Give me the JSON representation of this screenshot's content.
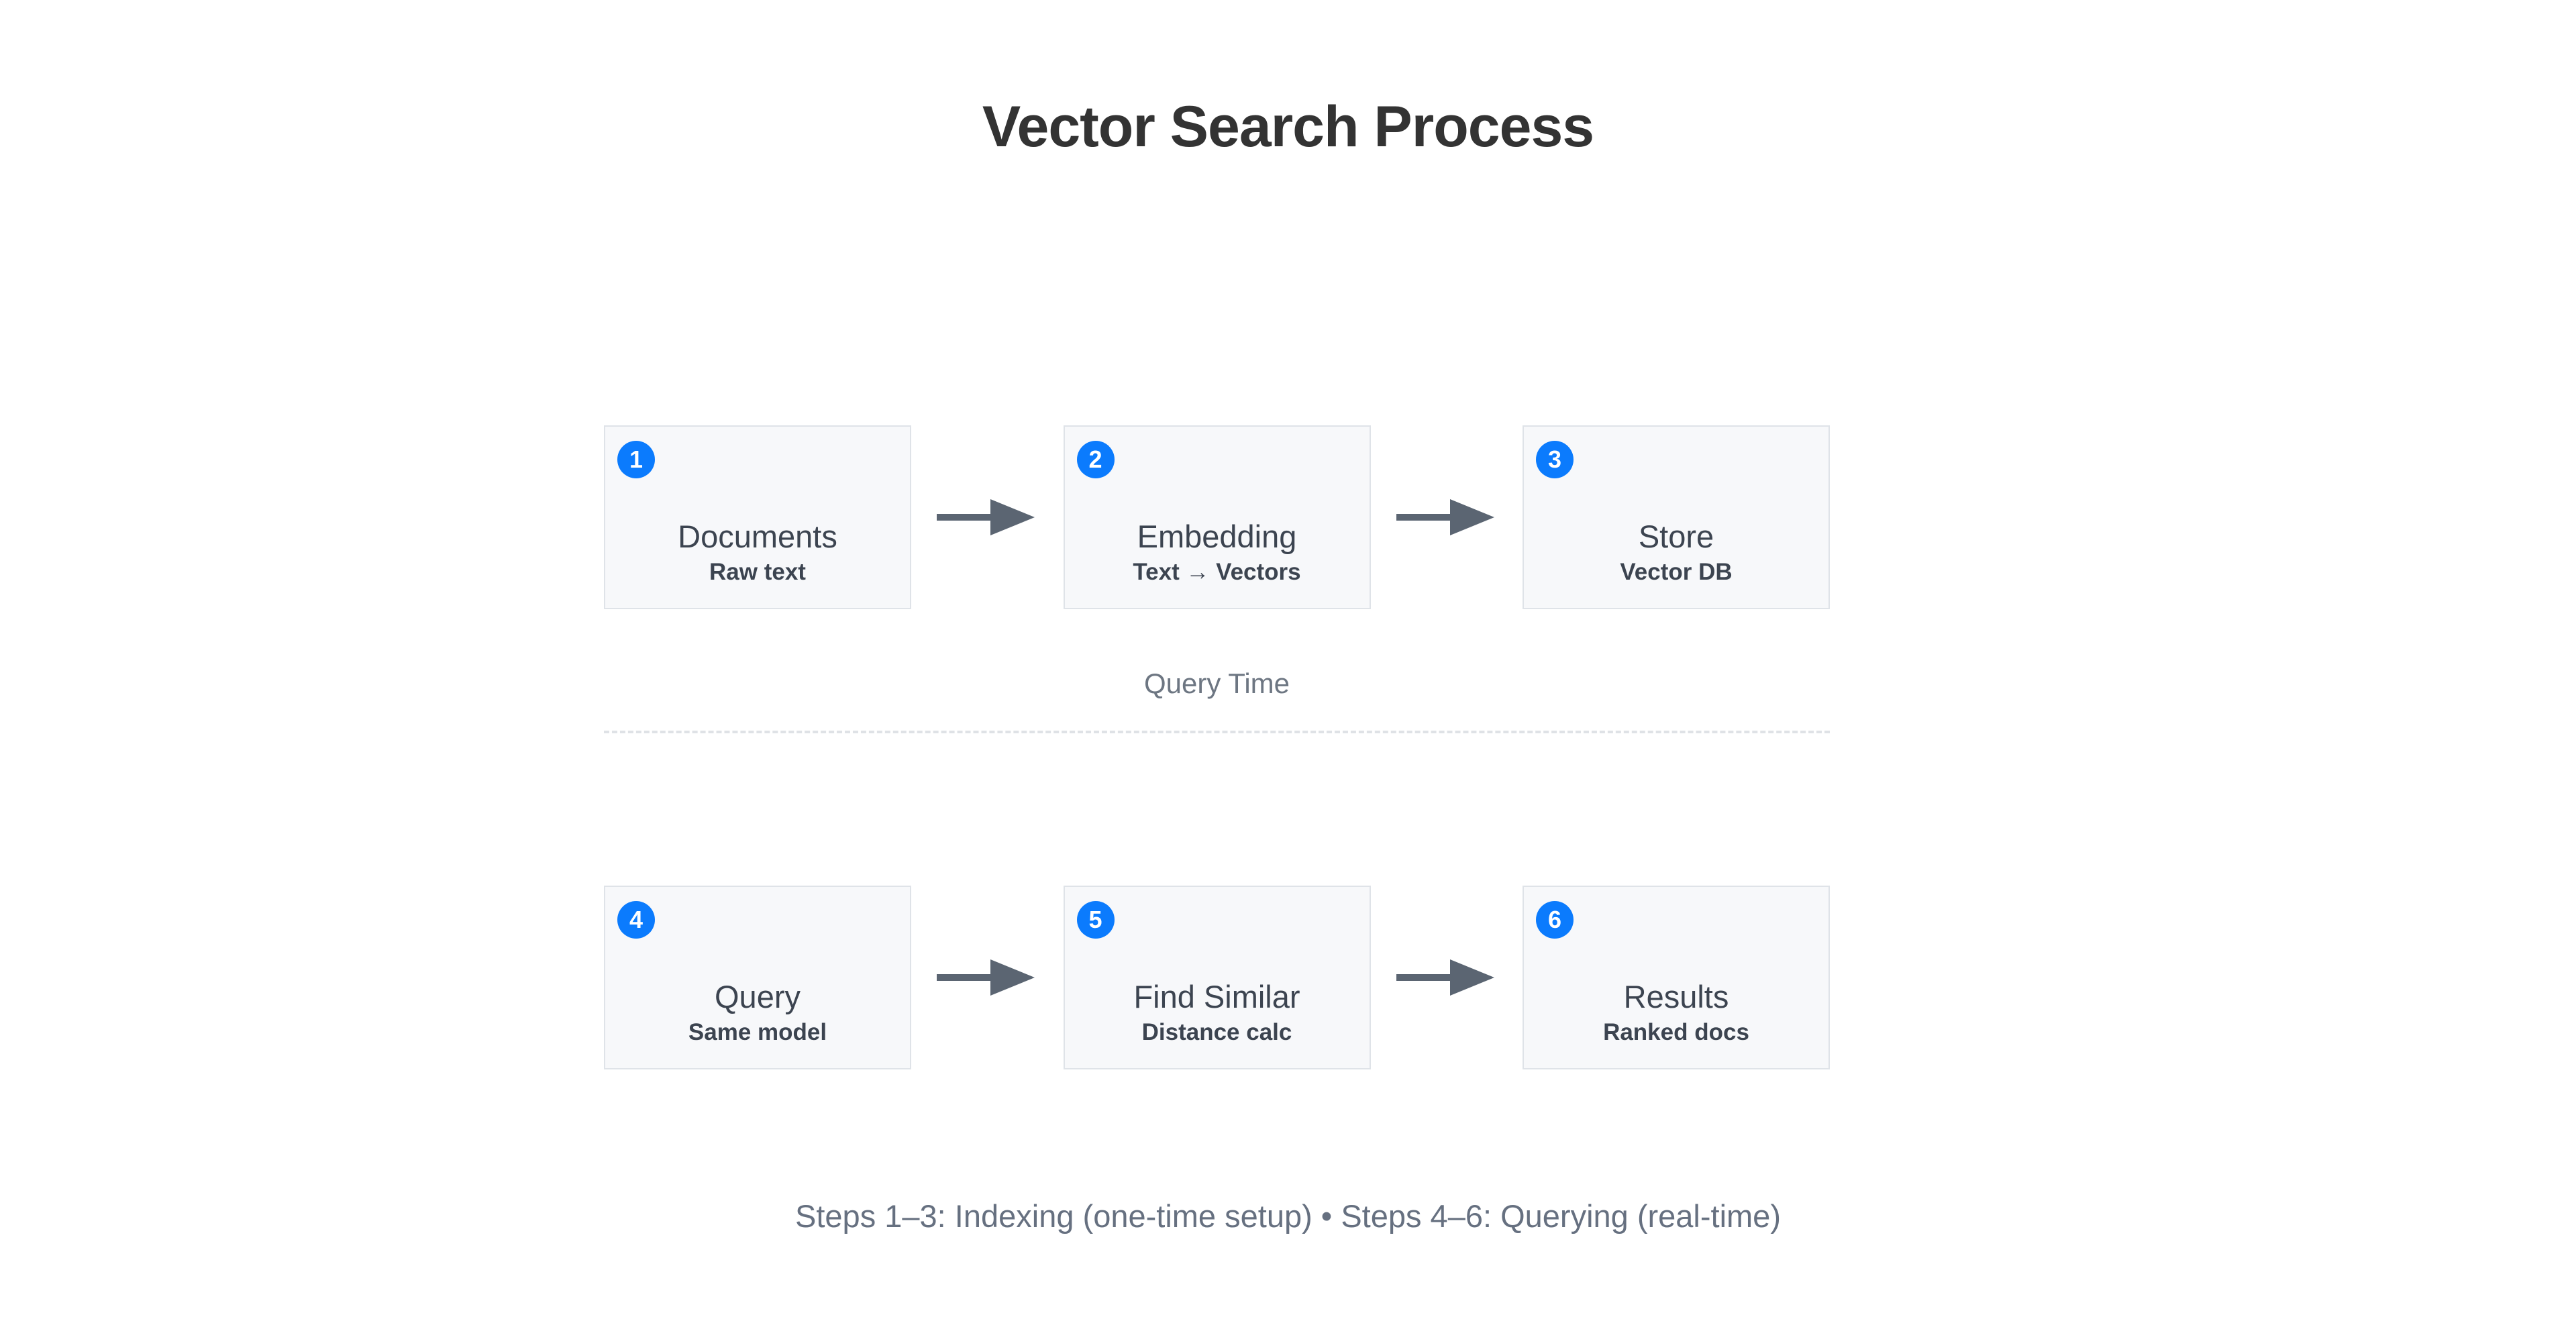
{
  "page": {
    "title": "Vector Search Process",
    "background_color": "#ffffff",
    "accent_color": "#0b7bfd",
    "box_fill_color": "#f7f8fa",
    "box_border_color": "#dfe3e8",
    "text_color": "#3c4450",
    "muted_text_color": "#667080",
    "arrow_color": "#5b6572"
  },
  "divider": {
    "label": "Query Time",
    "style": "dashed"
  },
  "rows": [
    {
      "name": "indexing",
      "steps": [
        {
          "badge": "1",
          "title": "Documents",
          "subtitle": "Raw text"
        },
        {
          "badge": "2",
          "title": "Embedding",
          "subtitle": "Text → Vectors"
        },
        {
          "badge": "3",
          "title": "Store",
          "subtitle": "Vector DB"
        }
      ]
    },
    {
      "name": "querying",
      "steps": [
        {
          "badge": "4",
          "title": "Query",
          "subtitle": "Same model"
        },
        {
          "badge": "5",
          "title": "Find Similar",
          "subtitle": "Distance calc"
        },
        {
          "badge": "6",
          "title": "Results",
          "subtitle": "Ranked docs"
        }
      ]
    }
  ],
  "footer": {
    "caption": "Steps 1–3: Indexing (one-time setup) • Steps 4–6: Querying (real-time)"
  },
  "icons": {
    "arrow_right": "arrow-right-icon"
  }
}
